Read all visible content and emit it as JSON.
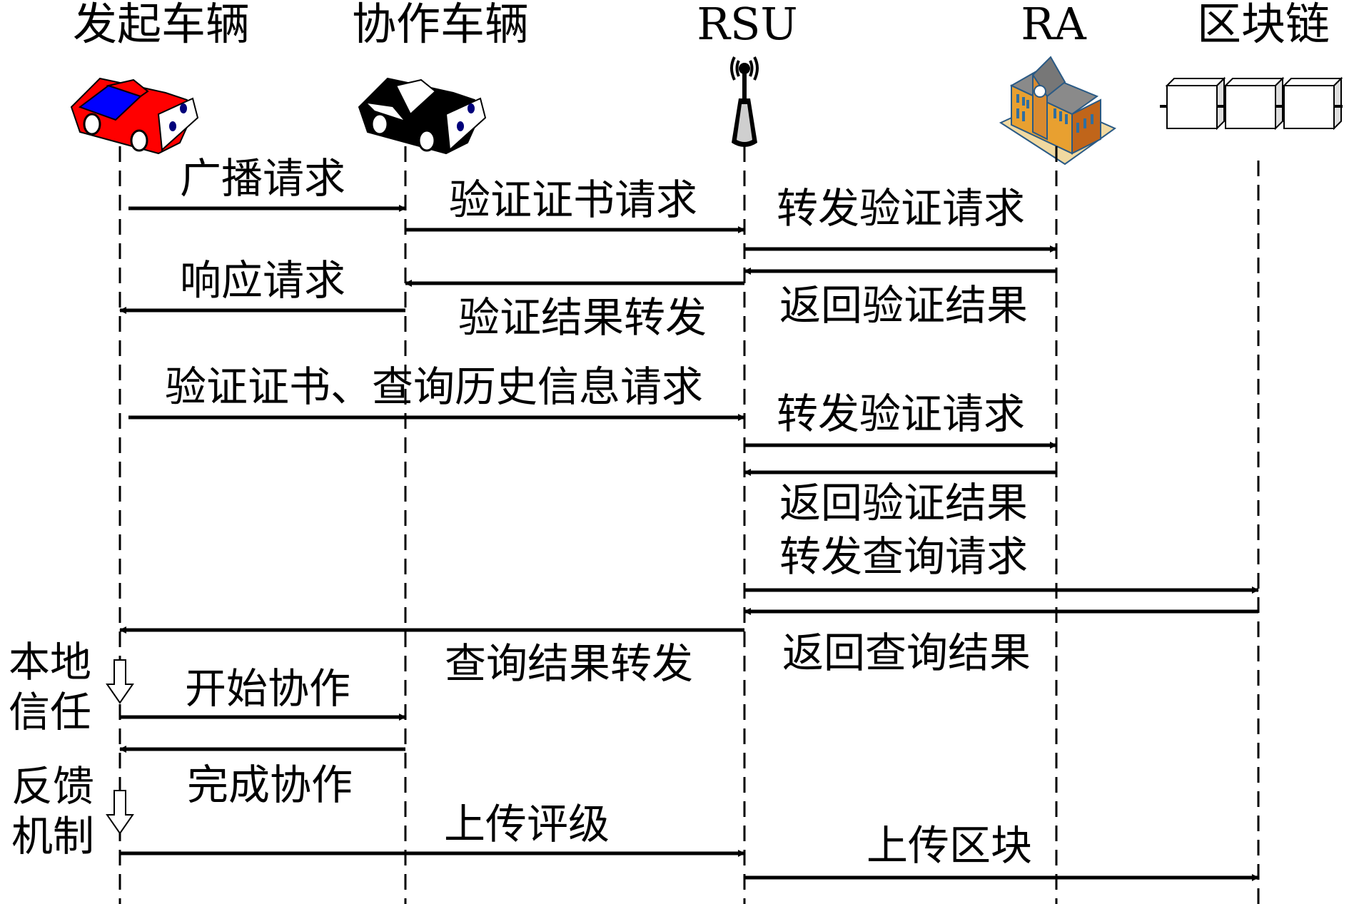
{
  "diagram_type": "sequence",
  "actors": [
    {
      "id": "initiator",
      "label": "发起车辆",
      "icon": "red-car-icon"
    },
    {
      "id": "cooperator",
      "label": "协作车辆",
      "icon": "black-car-icon"
    },
    {
      "id": "rsu",
      "label": "RSU",
      "icon": "antenna-icon"
    },
    {
      "id": "ra",
      "label": "RA",
      "icon": "building-icon"
    },
    {
      "id": "blockchain",
      "label": "区块链",
      "icon": "blockchain-icon"
    }
  ],
  "messages": [
    {
      "from": "initiator",
      "to": "cooperator",
      "label": "广播请求"
    },
    {
      "from": "cooperator",
      "to": "rsu",
      "label": "验证证书请求"
    },
    {
      "from": "rsu",
      "to": "ra",
      "label": "转发验证请求"
    },
    {
      "from": "ra",
      "to": "rsu",
      "label": "返回验证结果"
    },
    {
      "from": "rsu",
      "to": "cooperator",
      "label": "验证结果转发"
    },
    {
      "from": "cooperator",
      "to": "initiator",
      "label": "响应请求"
    },
    {
      "from": "initiator",
      "to": "rsu",
      "label": "验证证书、查询历史信息请求"
    },
    {
      "from": "rsu",
      "to": "ra",
      "label": "转发验证请求"
    },
    {
      "from": "ra",
      "to": "rsu",
      "label": "返回验证结果"
    },
    {
      "from": "rsu",
      "to": "blockchain",
      "label": "转发查询请求"
    },
    {
      "from": "blockchain",
      "to": "rsu",
      "label": "返回查询结果"
    },
    {
      "from": "rsu",
      "to": "initiator",
      "label": "查询结果转发"
    },
    {
      "from": "initiator",
      "to": "cooperator",
      "label": "开始协作"
    },
    {
      "from": "cooperator",
      "to": "initiator",
      "label": "完成协作"
    },
    {
      "from": "initiator",
      "to": "rsu",
      "label": "上传评级"
    },
    {
      "from": "rsu",
      "to": "blockchain",
      "label": "上传区块"
    }
  ],
  "side_notes": [
    {
      "lines": [
        "本地",
        "信任"
      ],
      "icon": "down-arrow-icon"
    },
    {
      "lines": [
        "反馈",
        "机制"
      ],
      "icon": "down-arrow-icon"
    }
  ]
}
